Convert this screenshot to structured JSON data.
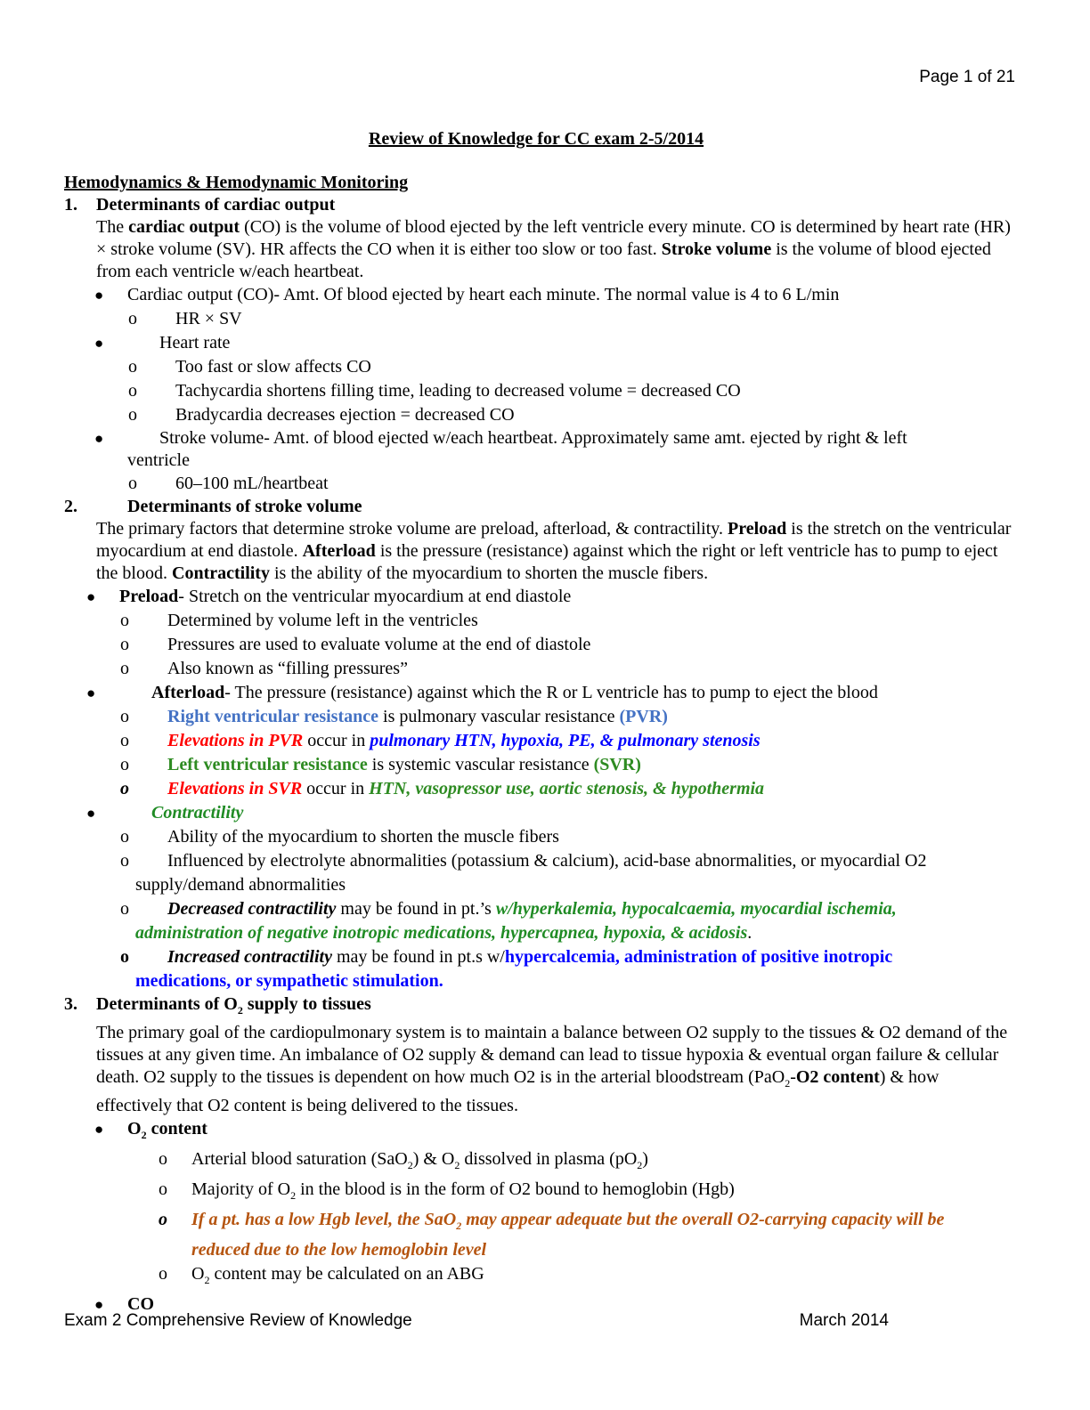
{
  "header": {
    "page": "Page 1 of 21"
  },
  "title": "Review of Knowledge for CC exam 2-5/2014",
  "section": "Hemodynamics & Hemodynamic Monitoring",
  "s1": {
    "num": "1.",
    "heading": "Determinants of cardiac output",
    "p_a": "The ",
    "p_b": "cardiac output",
    "p_c": " (CO) is the volume of blood ejected by the left ventricle every minute. CO is determined by heart rate (HR) × stroke volume (SV). HR affects the CO when it is either too slow or too fast. ",
    "p_d": "Stroke volume",
    "p_e": " is the volume of blood ejected from each ventricle w/each heartbeat.",
    "b1": "Cardiac output (CO)- Amt.  Of blood ejected by heart each minute. The normal value is 4 to 6 L/min",
    "b1_s1": "HR × SV",
    "b2": "Heart rate",
    "b2_s1": "Too fast or slow affects CO",
    "b2_s2": "Tachycardia shortens filling time, leading to decreased volume = decreased CO",
    "b2_s3": "Bradycardia decreases ejection = decreased CO",
    "b3_l1": "Stroke volume- Amt.  of blood ejected w/each heartbeat. Approximately same amt.  ejected by right & left",
    "b3_l2": "ventricle",
    "b3_s1": "60–100 mL/heartbeat"
  },
  "s2": {
    "num": "2.",
    "heading": "Determinants of stroke volume",
    "p_a": "The primary factors that determine stroke volume are preload, afterload, & contractility. ",
    "p_b": "Preload",
    "p_c": " is the stretch on the ventricular myocardium at end diastole. ",
    "p_d": "Afterload",
    "p_e": " is the pressure (resistance) against which the right or left ventricle has to pump to eject the blood. ",
    "p_f": "Contractility",
    "p_g": " is the ability of the myocardium to shorten the muscle fibers.",
    "pre_b": "Preload",
    "pre_t": "- Stretch on the ventricular myocardium at end diastole",
    "pre_s1": "Determined by volume left in the ventricles",
    "pre_s2": "Pressures are used to evaluate volume at the end of diastole",
    "pre_s3": "Also known as “filling pressures”",
    "aft_b": "Afterload",
    "aft_t": "- The pressure (resistance) against which the R or L ventricle has to pump to eject the blood",
    "a1_a": "Right ventricular resistance",
    "a1_b": " is pulmonary vascular resistance ",
    "a1_c": "(PVR)",
    "a2_a": "Elevations in PVR",
    "a2_b": " occur in ",
    "a2_c": "pulmonary HTN, hypoxia, PE, & pulmonary stenosis",
    "a3_a": "Left ventricular resistance",
    "a3_b": " is systemic vascular resistance ",
    "a3_c": "(SVR)",
    "a4_a": "Elevations in SVR",
    "a4_b": " occur in ",
    "a4_c": "HTN, vasopressor use, aortic stenosis, & hypothermia",
    "con": "Contractility",
    "c1": "Ability of the myocardium to shorten the muscle fibers",
    "c2_l1": "Influenced by electrolyte abnormalities (potassium & calcium), acid-base abnormalities, or myocardial O2",
    "c2_l2": "supply/demand abnormalities",
    "c3_a": "Decreased contractility",
    "c3_b": " may be found in pt.’s ",
    "c3_c": "w/hyperkalemia, hypocalcaemia, myocardial ischemia,",
    "c3_d": "administration of negative inotropic medications, hypercapnea, hypoxia, & acidosis",
    "c3_e": ".",
    "c4_a": "Increased contractility",
    "c4_b": " may be found in pt.s w/",
    "c4_c": "hypercalcemia, administration of positive inotropic",
    "c4_d": "medications, or sympathetic stimulation."
  },
  "s3": {
    "num": "3.",
    "heading_a": "Determinants of O",
    "heading_sub": "2",
    "heading_b": " supply to tissues",
    "p_a": "The primary goal of the cardiopulmonary system is to maintain a balance between O2 supply to the tissues & O2 demand of the tissues at any given time. An imbalance of O2 supply & demand can lead to tissue hypoxia & eventual organ failure & cellular death. O2 supply to the tissues is dependent on how much O2 is in the arterial bloodstream (PaO",
    "p_sub": "2",
    "p_b": "-",
    "p_c": "O2 content",
    "p_d": ") & how effectively that O2 content is being delivered to the tissues.",
    "o2c_a": "O",
    "o2c_sub": "2",
    "o2c_b": " content",
    "o1_a": "Arterial blood saturation (SaO",
    "o1_s1": "2",
    "o1_b": ") & O",
    "o1_s2": "2",
    "o1_c": " dissolved in plasma (pO",
    "o1_s3": "2",
    "o1_d": ")",
    "o2_a": "Majority of O",
    "o2_s": "2",
    "o2_b": " in the blood is in the form of O2 bound to hemoglobin (Hgb)",
    "o3_a": "If a pt. has a low Hgb level, the SaO",
    "o3_s": "2",
    "o3_b": " may appear adequate but the overall O2-carrying capacity will be",
    "o3_c": "reduced due to the low hemoglobin level",
    "o4_a": "O",
    "o4_s": "2",
    "o4_b": " content may be calculated on an ABG",
    "co": "CO"
  },
  "glyphs": {
    "bullet": "●",
    "circle": "o"
  },
  "footer": {
    "left": "Exam 2 Comprehensive Review of Knowledge",
    "right": "March 2014"
  }
}
